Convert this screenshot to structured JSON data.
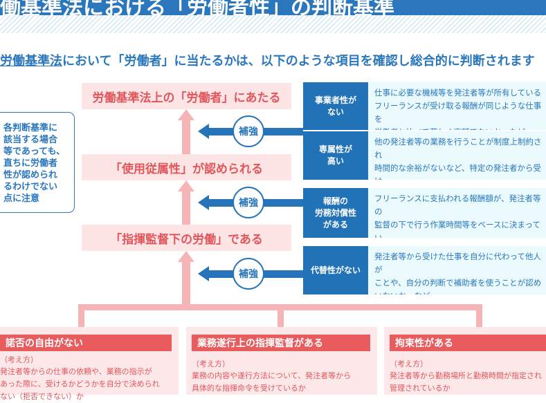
{
  "title": "働基準法における「労働者性」の判断基準",
  "lead": {
    "link": "労働基準法",
    "text": "において「労働者」に当たるかは、以下のような項目を確認し総合的に判断されます"
  },
  "levels": [
    "労働基準法上の「労働者」にあたる",
    "「使用従属性」が認められる",
    "「指揮監督下の労働」である"
  ],
  "reinforce_label": "補強",
  "note": "各判断基準に\n該当する場合\n等であっても、\n直ちに労働者\n性が認められ\nるわけでない\n点に注意",
  "factors": [
    {
      "label": "事業者性が\nない",
      "desc": "仕事に必要な機械等を発注者等が所有している\nフリーランスが受け取る報酬が同じような仕事を\n労働者と比べて著しく高額でないか　など"
    },
    {
      "label": "専属性が\n高い",
      "desc": "他の発注者等の業務を行うことが制度上制約され\n時間的な余裕がないなど、特定の発注者から受け\n業務の割合が非常に大きいか　など"
    },
    {
      "label": "報酬の\n労務対償性\nがある",
      "desc": "フリーランスに支払われる報酬額が、発注者等の\n監督の下で行う作業時間等をベースに決まってい\nなど"
    },
    {
      "label": "代替性がない",
      "desc": "発注者等から受けた仕事を自分に代わって他人が\nことや、自分の判断で補助者を使うことが認め\nいないか　など"
    }
  ],
  "criteria": [
    {
      "title": "諾否の自由がない",
      "sub": "（考え方）",
      "text": "発注者等からの仕事の依頼や、業務の指示が\nあった際に、受けるかどうかを自分で決められ\nない（拒否できない）か"
    },
    {
      "title": "業務遂行上の指揮監督がある",
      "sub": "（考え方）",
      "text": "業務の内容や遂行方法について、発注者等から\n具体的な指揮命令を受けているか"
    },
    {
      "title": "拘束性がある",
      "sub": "（考え方）",
      "text": "発注者等から勤務場所と勤務時間が指定され\n管理されているか"
    }
  ]
}
